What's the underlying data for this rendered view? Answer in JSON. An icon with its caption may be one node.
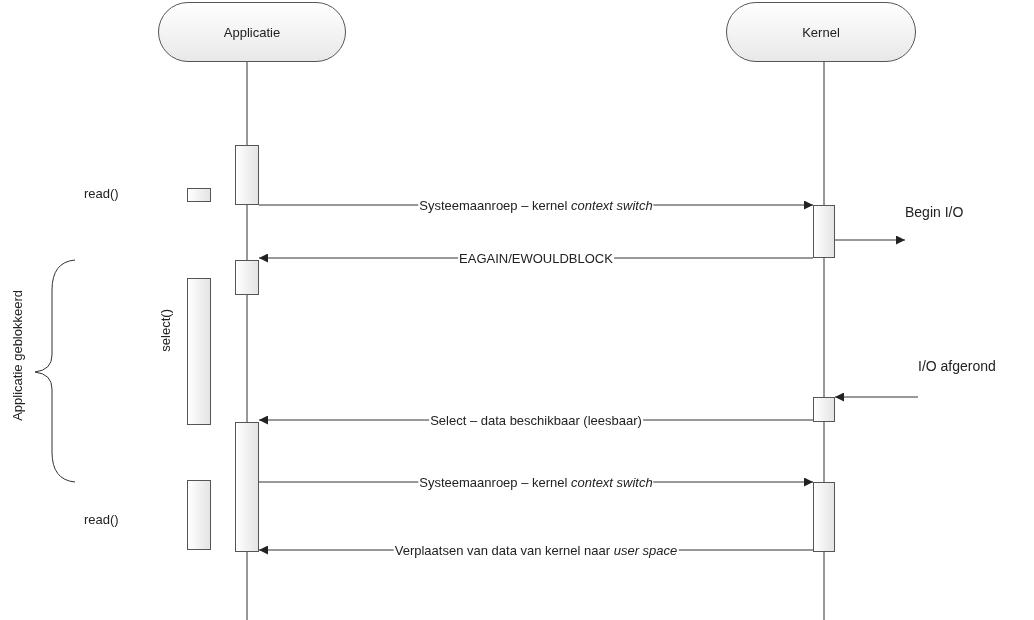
{
  "diagram": {
    "nodes": [
      {
        "text": [
          "Applicatie"
        ]
      },
      {
        "text": [
          "Kernel"
        ]
      },
      {
        "text": [],
        "shape": "bar"
      },
      {
        "text": [],
        "shape": "bar"
      },
      {
        "text": [],
        "shape": "bar"
      },
      {
        "text": [],
        "shape": "bar"
      },
      {
        "text": [],
        "shape": "bar"
      },
      {
        "text": [],
        "shape": "bar"
      },
      {
        "text": [],
        "shape": "bar"
      },
      {
        "text": [
          "select()"
        ]
      },
      {
        "text": [],
        "shape": "bar"
      },
      {
        "text": [
          "Begin I/O"
        ]
      },
      {
        "text": [
          "I/O afgerond"
        ]
      }
    ],
    "edges": [
      {
        "from": 2,
        "to": 3,
        "arrow": "to",
        "label": "Systeemaanroep – kernel *context switch*"
      },
      {
        "from": 3,
        "to": 11,
        "arrow": "to"
      },
      {
        "from": 3,
        "to": 4,
        "arrow": "to",
        "label": "EAGAIN/EWOULDBLOCK"
      },
      {
        "from": 12,
        "to": 5,
        "arrow": "to"
      },
      {
        "from": 5,
        "to": 6,
        "arrow": "to",
        "label": "Select – data beschikbaar (leesbaar)"
      },
      {
        "from": 6,
        "to": 7,
        "arrow": "to",
        "label": "Systeemaanroep – kernel *context switch*"
      },
      {
        "from": 7,
        "to": 6,
        "arrow": "to",
        "label": "Verplaatsen van data van kernel naar *user space*"
      }
    ],
    "labels": [
      "read()",
      "Applicatie geblokkeerd",
      "read()"
    ]
  }
}
